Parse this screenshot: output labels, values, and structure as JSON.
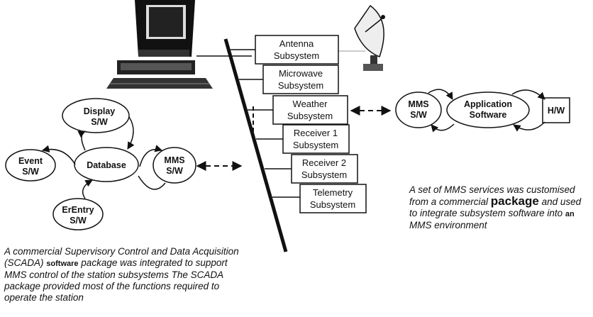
{
  "subsystems": [
    {
      "line1": "Antenna",
      "line2": "Subsystem"
    },
    {
      "line1": "Microwave",
      "line2": "Subsystem"
    },
    {
      "line1": "Weather",
      "line2": "Subsystem"
    },
    {
      "line1": "Receiver 1",
      "line2": "Subsystem"
    },
    {
      "line1": "Receiver 2",
      "line2": "Subsystem"
    },
    {
      "line1": "Telemetry",
      "line2": "Subsystem"
    }
  ],
  "left_nodes": {
    "display": {
      "line1": "Display",
      "line2": "S/W"
    },
    "event": {
      "line1": "Event",
      "line2": "S/W"
    },
    "database": {
      "label": "Database"
    },
    "mms": {
      "line1": "MMS",
      "line2": "S/W"
    },
    "erentry": {
      "line1": "ErEntry",
      "line2": "S/W"
    }
  },
  "right_nodes": {
    "mms": {
      "line1": "MMS",
      "line2": "S/W"
    },
    "application": {
      "line1": "Application",
      "line2": "Software"
    },
    "hw": {
      "label": "H/W"
    }
  },
  "captions": {
    "left": {
      "p1": "A commercial Supervisory Control and Data Acquisition (SCADA)",
      "p1_bold": "software",
      "p2": "package was integrated to support MMS control of the station subsystems The SCADA package provided most of the functions required to operate the station"
    },
    "right": {
      "p1": "A set of MMS services was customised from a commercial",
      "p1_bold": "package",
      "p2": "and used to integrate subsystem software into",
      "p2_bold": "an",
      "p3": "MMS environment"
    }
  }
}
